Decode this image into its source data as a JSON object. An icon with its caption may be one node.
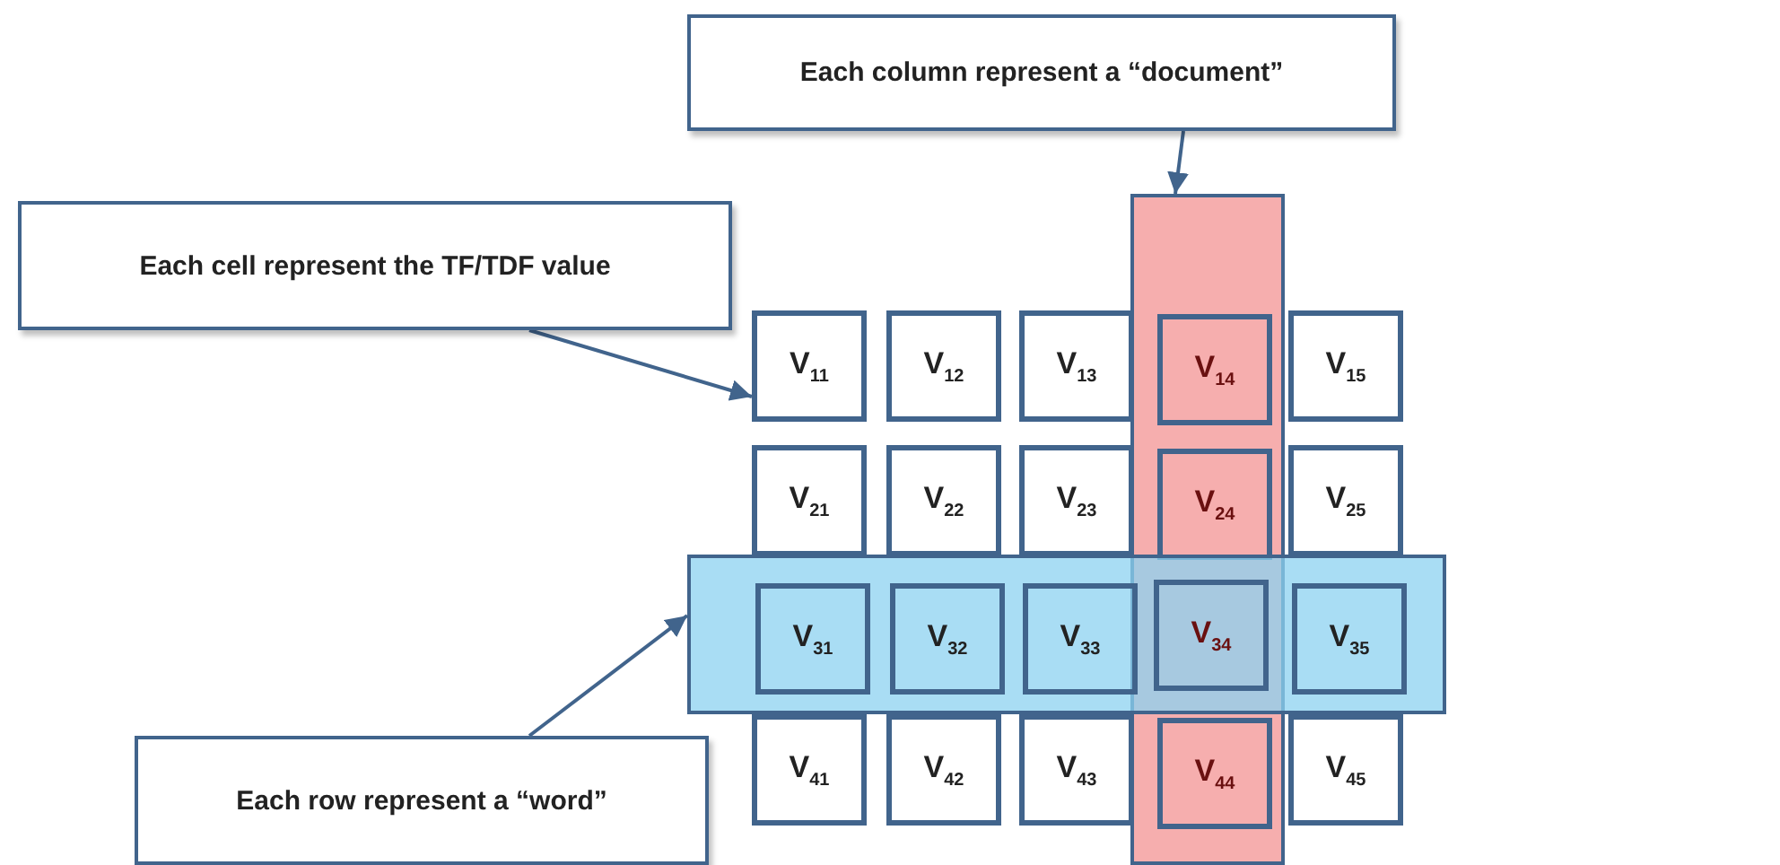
{
  "diagram": {
    "nodes": [
      {
        "text": [
          "Each column represent a “document”"
        ]
      },
      {
        "text": [
          "Each cell represent the TF/TDF value"
        ]
      },
      {
        "text": [],
        "shape": "box"
      },
      {
        "text": [],
        "shape": "box"
      },
      {
        "text": [
          "V$_{11}$"
        ]
      },
      {
        "text": [
          "V$_{12}$"
        ]
      },
      {
        "text": [
          "V$_{13}$"
        ]
      },
      {
        "text": [
          "V$_{14}$"
        ],
        "in": 2
      },
      {
        "text": [
          "V$_{15}$"
        ]
      },
      {
        "text": [
          "V$_{21}$"
        ]
      },
      {
        "text": [
          "V$_{22}$"
        ]
      },
      {
        "text": [
          "V$_{23}$"
        ]
      },
      {
        "text": [
          "V$_{24}$"
        ],
        "in": 2
      },
      {
        "text": [
          "V$_{25}$"
        ]
      },
      {
        "text": [
          "V$_{31}$"
        ],
        "in": 3
      },
      {
        "text": [
          "V$_{32}$"
        ],
        "in": 3
      },
      {
        "text": [
          "V$_{33}$"
        ],
        "in": 3
      },
      {
        "text": [
          "V$_{34}$"
        ]
      },
      {
        "text": [
          "V$_{35}$"
        ],
        "in": 3
      },
      {
        "text": [
          "V$_{41}$"
        ]
      },
      {
        "text": [
          "V$_{42}$"
        ]
      },
      {
        "text": [
          "V$_{43}$"
        ]
      },
      {
        "text": [
          "V$_{44}$"
        ],
        "in": 2
      },
      {
        "text": [
          "V$_{45}$"
        ]
      },
      {
        "text": [
          "Each row represent a “word”"
        ]
      }
    ],
    "edges": [
      {
        "from": 0,
        "to": 2,
        "arrow": "to"
      },
      {
        "from": 1,
        "to": 4,
        "arrow": "to"
      },
      {
        "from": 24,
        "to": 3,
        "arrow": "to"
      }
    ]
  }
}
